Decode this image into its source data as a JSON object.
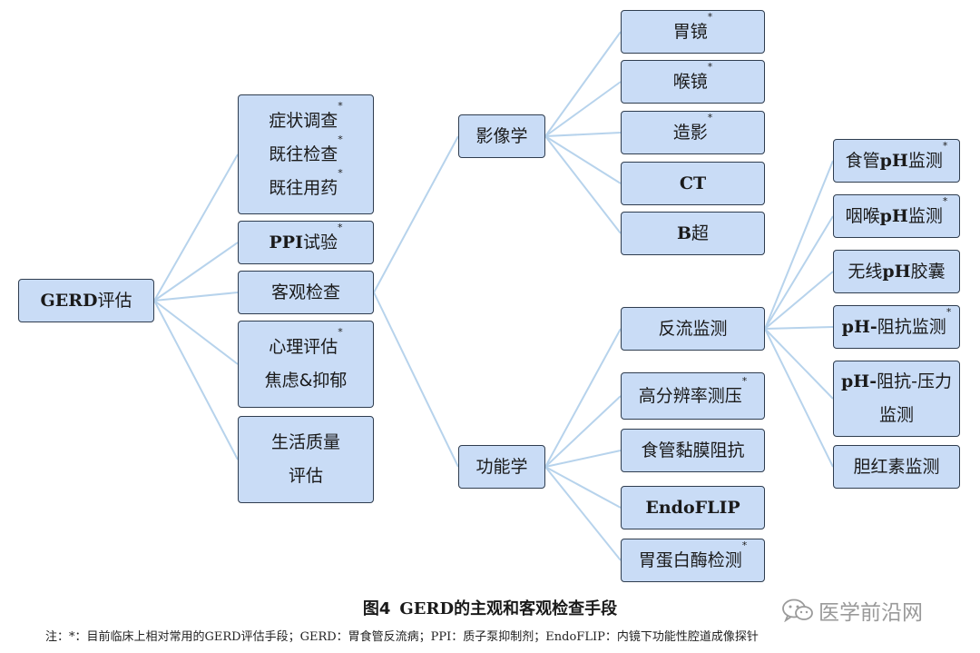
{
  "diagram": {
    "nodes": [
      {
        "id": "gerd",
        "lines": [
          "GERD评估"
        ],
        "bold_latin": true
      },
      {
        "id": "symptom",
        "lines": [
          "症状调查*",
          "既往检查*",
          "既往用药*"
        ]
      },
      {
        "id": "ppi",
        "lines": [
          "PPI试验*"
        ],
        "bold_latin": true
      },
      {
        "id": "objective",
        "lines": [
          "客观检查"
        ]
      },
      {
        "id": "psych",
        "lines": [
          "心理评估*",
          "焦虑&抑郁"
        ]
      },
      {
        "id": "qol",
        "lines": [
          "生活质量",
          "评估"
        ]
      },
      {
        "id": "imaging",
        "lines": [
          "影像学"
        ]
      },
      {
        "id": "functional",
        "lines": [
          "功能学"
        ]
      },
      {
        "id": "gastroscopy",
        "lines": [
          "胃镜*"
        ]
      },
      {
        "id": "laryngoscopy",
        "lines": [
          "喉镜*"
        ]
      },
      {
        "id": "contrast",
        "lines": [
          "造影*"
        ]
      },
      {
        "id": "ct",
        "lines": [
          "CT"
        ],
        "bold_latin": true
      },
      {
        "id": "bus",
        "lines": [
          "B超"
        ],
        "bold_latin": true
      },
      {
        "id": "reflux",
        "lines": [
          "反流监测"
        ]
      },
      {
        "id": "hrm",
        "lines": [
          "高分辨率测压*"
        ]
      },
      {
        "id": "mucosal",
        "lines": [
          "食管黏膜阻抗"
        ]
      },
      {
        "id": "endoflip",
        "lines": [
          "EndoFLIP"
        ],
        "bold_latin": true
      },
      {
        "id": "pepsin",
        "lines": [
          "胃蛋白酶检测*"
        ]
      },
      {
        "id": "esoph_ph",
        "lines": [
          "食管pH监测*"
        ],
        "bold_latin": true
      },
      {
        "id": "pharyng_ph",
        "lines": [
          "咽喉pH监测*"
        ],
        "bold_latin": true
      },
      {
        "id": "wireless_ph",
        "lines": [
          "无线pH胶囊"
        ],
        "bold_latin": true
      },
      {
        "id": "ph_imp",
        "lines": [
          "pH-阻抗监测*"
        ],
        "bold_latin": true
      },
      {
        "id": "ph_imp_pressure",
        "lines": [
          "pH-阻抗-压力",
          "监测"
        ],
        "bold_latin": true
      },
      {
        "id": "bilirubin",
        "lines": [
          "胆红素监测"
        ]
      }
    ],
    "edges": [
      [
        "gerd",
        "symptom"
      ],
      [
        "gerd",
        "ppi"
      ],
      [
        "gerd",
        "objective"
      ],
      [
        "gerd",
        "psych"
      ],
      [
        "gerd",
        "qol"
      ],
      [
        "objective",
        "imaging"
      ],
      [
        "objective",
        "functional"
      ],
      [
        "imaging",
        "gastroscopy"
      ],
      [
        "imaging",
        "laryngoscopy"
      ],
      [
        "imaging",
        "contrast"
      ],
      [
        "imaging",
        "ct"
      ],
      [
        "imaging",
        "bus"
      ],
      [
        "functional",
        "reflux"
      ],
      [
        "functional",
        "hrm"
      ],
      [
        "functional",
        "mucosal"
      ],
      [
        "functional",
        "endoflip"
      ],
      [
        "functional",
        "pepsin"
      ],
      [
        "reflux",
        "esoph_ph"
      ],
      [
        "reflux",
        "pharyng_ph"
      ],
      [
        "reflux",
        "wireless_ph"
      ],
      [
        "reflux",
        "ph_imp"
      ],
      [
        "reflux",
        "ph_imp_pressure"
      ],
      [
        "reflux",
        "bilirubin"
      ]
    ],
    "edge_color": "#b7d3ec",
    "node_fill": "#c9dcf6",
    "node_border": "#2f3d4f"
  },
  "caption": {
    "label": "图4",
    "text": "GERD的主观和客观检查手段"
  },
  "note": "注：*：目前临床上相对常用的GERD评估手段；GERD：胃食管反流病；PPI：质子泵抑制剂；EndoFLIP：内镜下功能性腔道成像探针",
  "watermark": {
    "icon": "wechat-icon",
    "text": "医学前沿网"
  }
}
